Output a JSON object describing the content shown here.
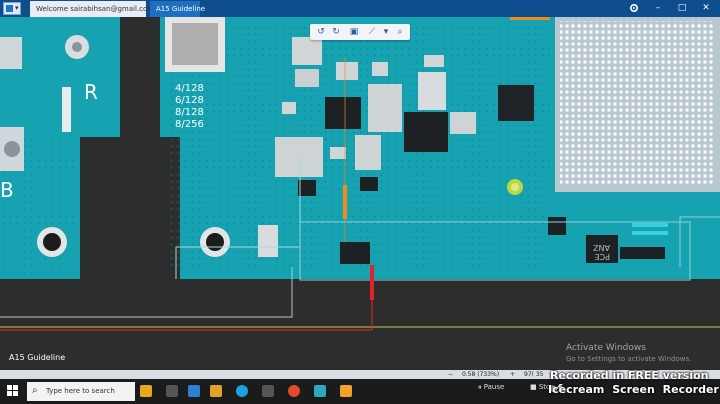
{
  "window": {
    "tabs": [
      {
        "label": "Welcome sairabihsan@gmail.com - Orion"
      },
      {
        "label": "A15 Guideline"
      }
    ],
    "controls": [
      "–",
      "□",
      "✕"
    ]
  },
  "board": {
    "silkscreen_r": "R",
    "silkscreen_b": "B",
    "memory_labels": [
      "4/128",
      "6/128",
      "8/128",
      "8/256"
    ],
    "chip_codes": [
      "ANZ",
      "PCE"
    ]
  },
  "toolbar_icons": [
    "rotate-left-icon",
    "rotate-right-icon",
    "fit-icon",
    "measure-icon",
    "dropdown-icon",
    "search-icon"
  ],
  "board_label": "A15 Guideline",
  "status": {
    "zoom": "0.58 (733%)",
    "extra": "97( 35"
  },
  "watermark": {
    "activate_title": "Activate Windows",
    "activate_sub": "Go to Settings to activate Windows.",
    "recorder_line1": "Recorded in FREE version of",
    "recorder_line2": "Icecream Screen Recorder"
  },
  "taskbar": {
    "search_placeholder": "Type here to search",
    "pause_label": "Pause",
    "stop_label": "Stop"
  },
  "colors": {
    "board": "#1aa7b5",
    "titlebar": "#0e4e8f",
    "highlight_net": "#e0242a",
    "orange_net": "#f08a1a"
  }
}
